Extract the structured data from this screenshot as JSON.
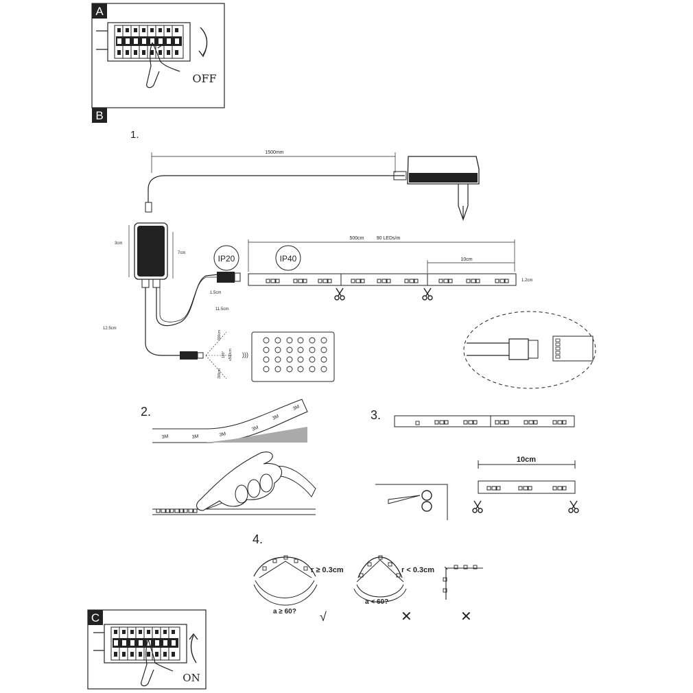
{
  "panels": {
    "a": {
      "letter": "A",
      "state": "OFF"
    },
    "b": {
      "letter": "B"
    },
    "c": {
      "letter": "C",
      "state": "ON"
    }
  },
  "steps": [
    "1.",
    "2.",
    "3.",
    "4."
  ],
  "step1": {
    "cable_length": "1500mm",
    "controller_width": "3cm",
    "controller_height": "7cm",
    "ip_rating_connector": "IP20",
    "ip_rating_strip": "IP40",
    "strip_length": "500cm",
    "led_density": "90 LEDs/m",
    "segment_length": "10cm",
    "strip_width": "1.2cm",
    "plug_offset": "1.5cm",
    "lead_length": "11.5cm",
    "receiver_lead": "12.5cm",
    "remote_range_top": "300cm",
    "remote_range_bottom": "300cm",
    "remote_angle": "120°",
    "remote_distance": "≤500cm"
  },
  "step2": {
    "adhesive_marks": [
      "3M",
      "3M",
      "3M",
      "3M",
      "3M",
      "3M"
    ]
  },
  "step3": {
    "segment_length": "10cm"
  },
  "step4": {
    "ok_radius": "r ≥ 0.3cm",
    "ok_angle": "a ≥ 60?",
    "bad_radius": "r < 0.3cm",
    "bad_angle": "a < 60?",
    "ok_mark": "√",
    "bad_mark": "✕"
  }
}
